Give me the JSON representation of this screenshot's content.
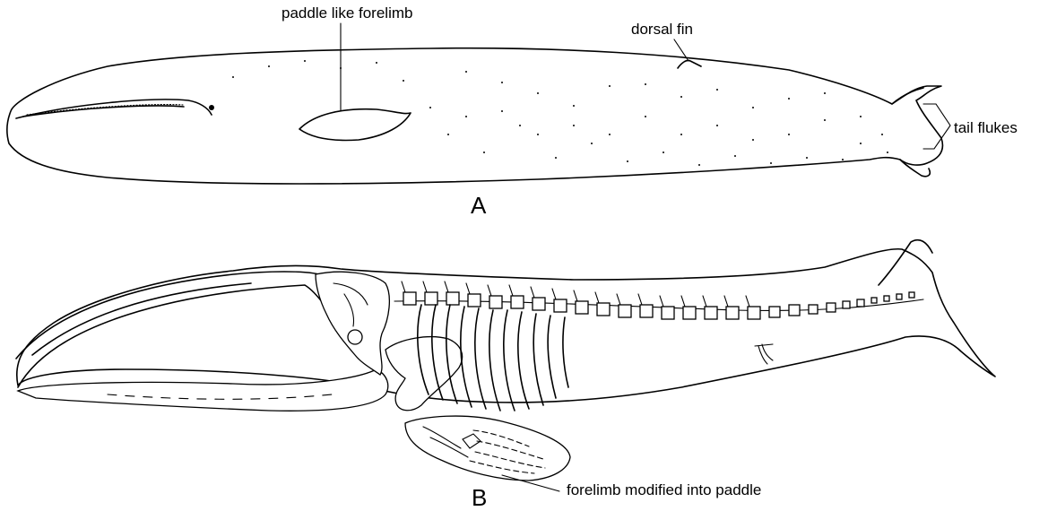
{
  "diagram_a": {
    "figure_label": "A",
    "labels": {
      "forelimb": "paddle like forelimb",
      "dorsal_fin": "dorsal fin",
      "tail": "tail flukes"
    }
  },
  "diagram_b": {
    "figure_label": "B",
    "labels": {
      "forelimb": "forelimb modified into paddle"
    }
  }
}
